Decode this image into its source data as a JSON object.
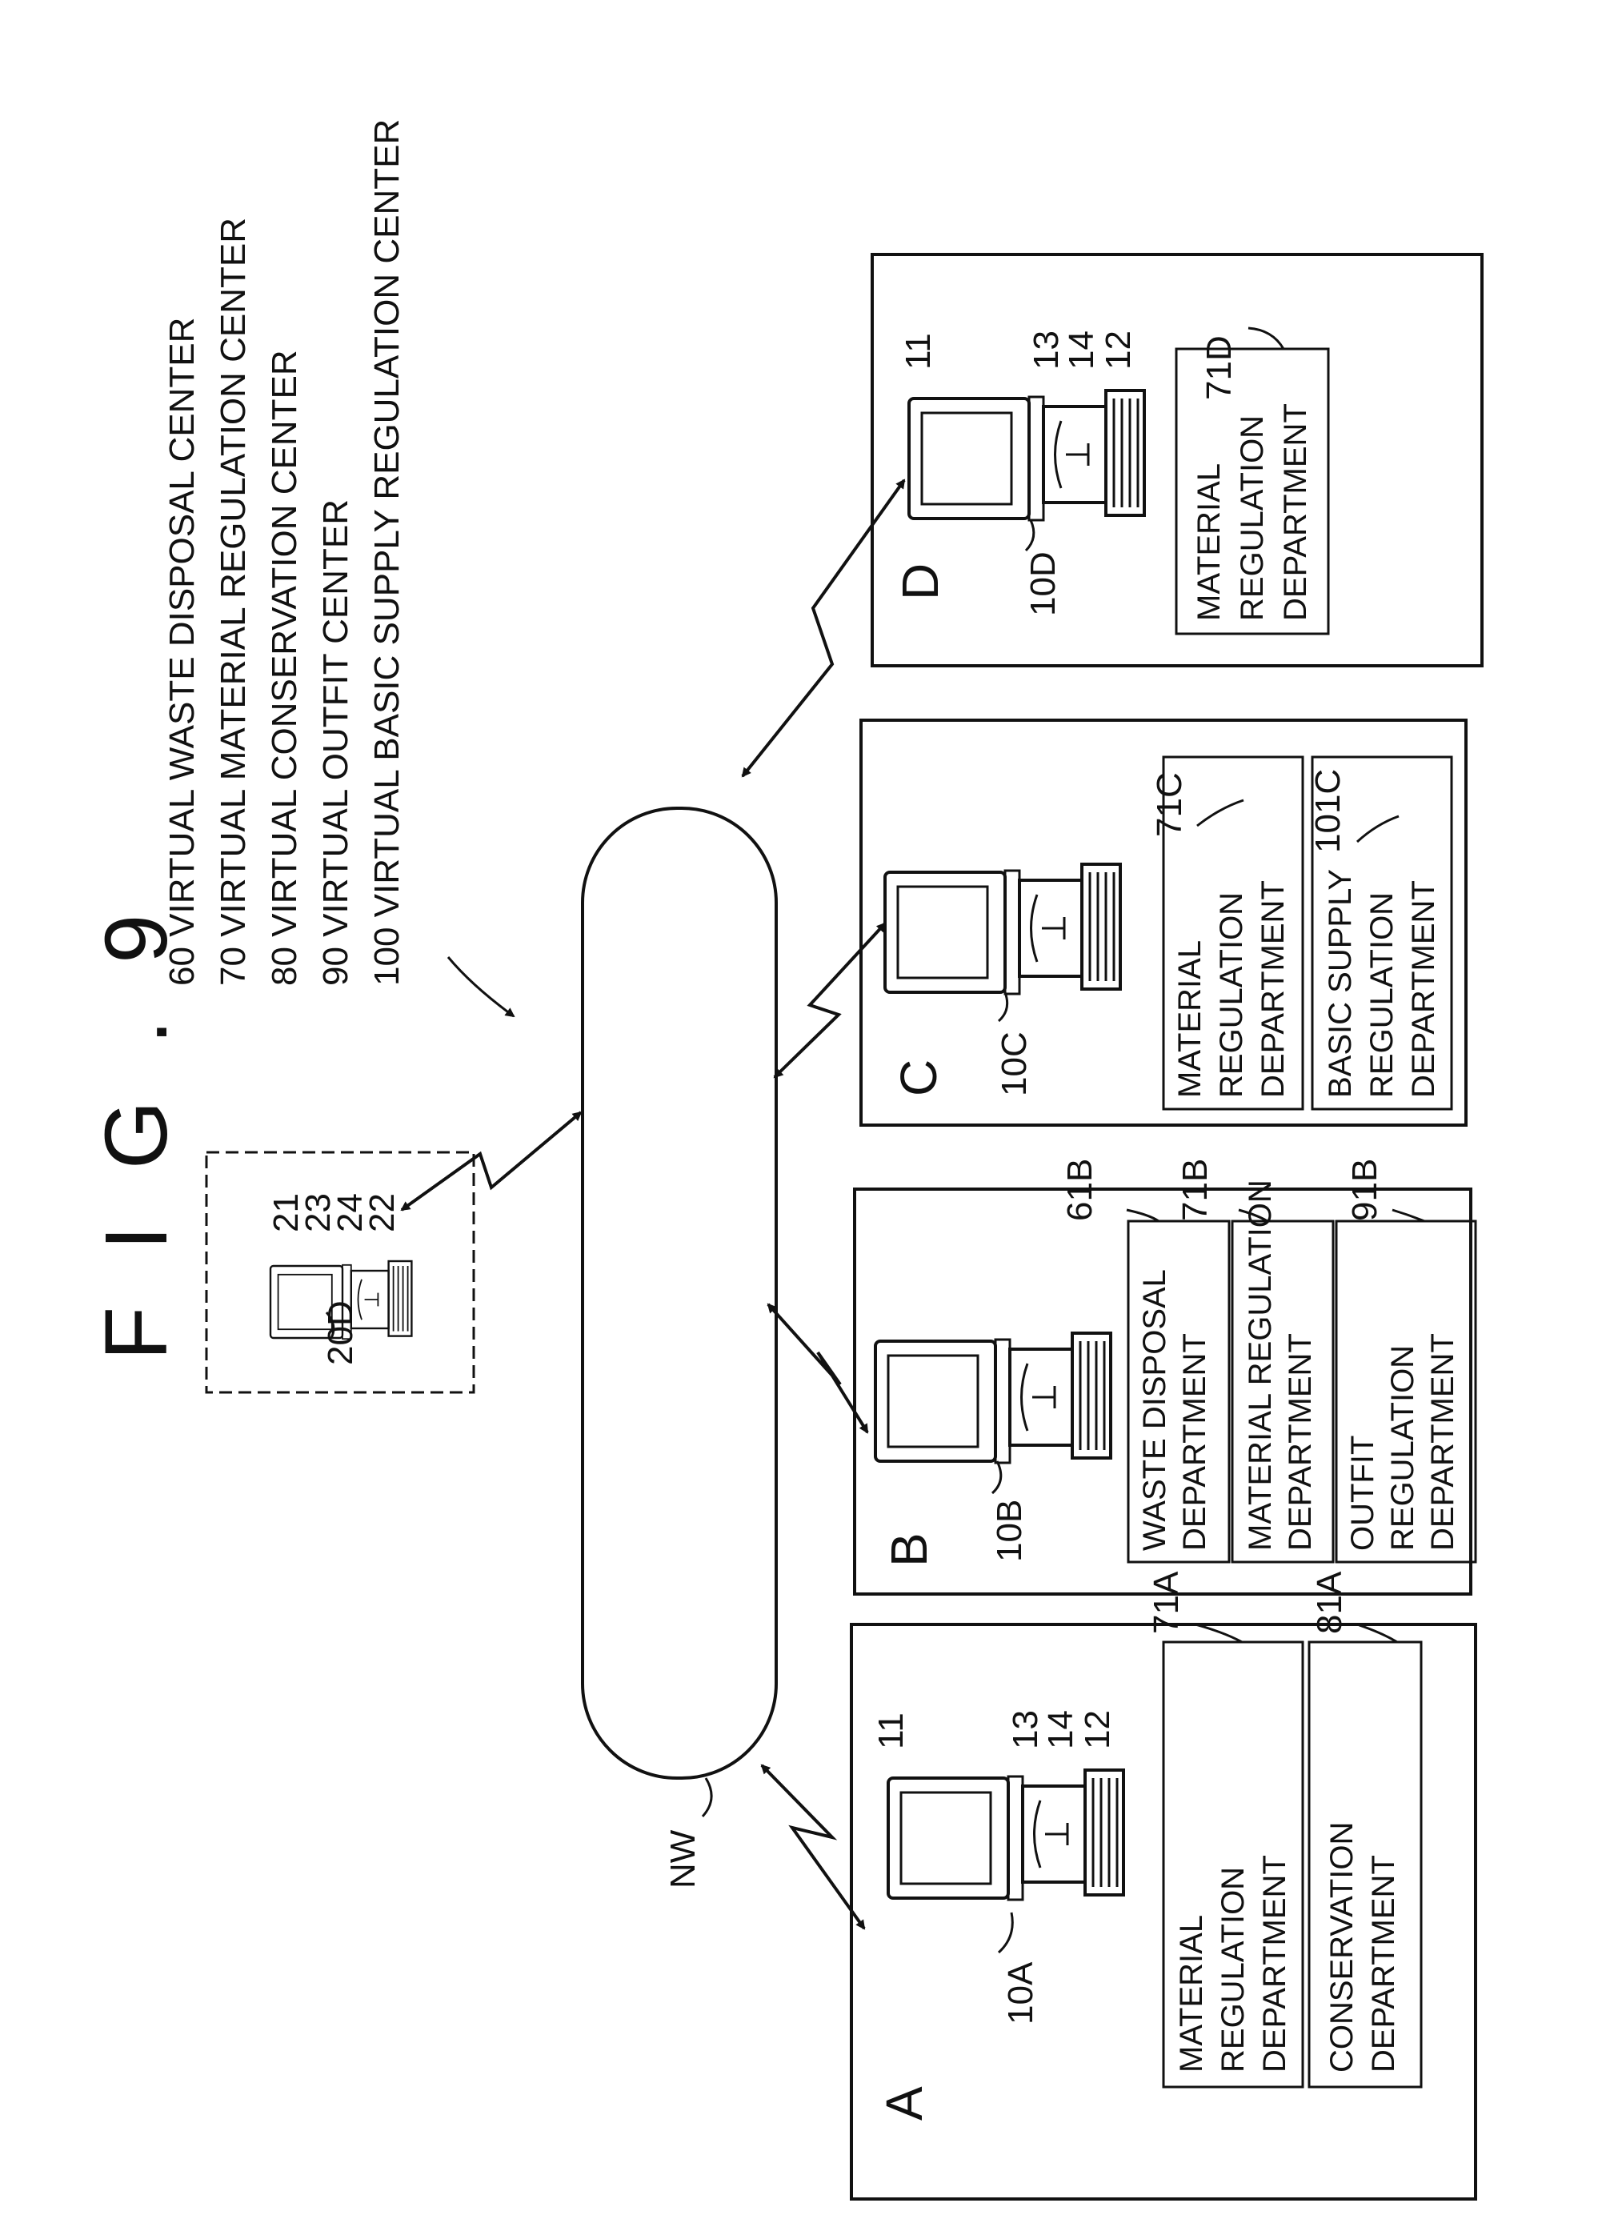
{
  "figure_title": "F I G . 9",
  "legend": [
    "60 VIRTUAL WASTE DISPOSAL CENTER",
    "70 VIRTUAL MATERIAL REGULATION CENTER",
    "80 VIRTUAL CONSERVATION CENTER",
    "90 VIRTUAL OUTFIT CENTER",
    "100 VIRTUAL BASIC SUPPLY REGULATION CENTER"
  ],
  "network": {
    "label": "NW"
  },
  "server": {
    "ref": "20D",
    "parts": [
      "21",
      "23",
      "24",
      "22"
    ]
  },
  "sites": {
    "a": {
      "letter": "A",
      "terminal": "10A",
      "parts": [
        "11",
        "13",
        "14",
        "12"
      ],
      "departments": [
        {
          "ref": "71A",
          "lines": [
            "MATERIAL",
            "REGULATION",
            "DEPARTMENT"
          ]
        },
        {
          "ref": "81A",
          "lines": [
            "CONSERVATION",
            "DEPARTMENT"
          ]
        }
      ]
    },
    "b": {
      "letter": "B",
      "terminal": "10B",
      "departments": [
        {
          "ref": "61B",
          "lines": [
            "WASTE DISPOSAL",
            "DEPARTMENT"
          ]
        },
        {
          "ref": "71B",
          "lines": [
            "MATERIAL REGULATION",
            "DEPARTMENT"
          ]
        },
        {
          "ref": "91B",
          "lines": [
            "OUTFIT",
            "REGULATION",
            "DEPARTMENT"
          ]
        }
      ]
    },
    "c": {
      "letter": "C",
      "terminal": "10C",
      "departments": [
        {
          "ref": "71C",
          "lines": [
            "MATERIAL",
            "REGULATION",
            "DEPARTMENT"
          ]
        },
        {
          "ref": "101C",
          "lines": [
            "BASIC SUPPLY",
            "REGULATION",
            "DEPARTMENT"
          ]
        }
      ]
    },
    "d": {
      "letter": "D",
      "terminal": "10D",
      "parts": [
        "11",
        "13",
        "14",
        "12"
      ],
      "departments": [
        {
          "ref": "71D",
          "lines": [
            "MATERIAL",
            "REGULATION",
            "DEPARTMENT"
          ]
        }
      ]
    }
  }
}
